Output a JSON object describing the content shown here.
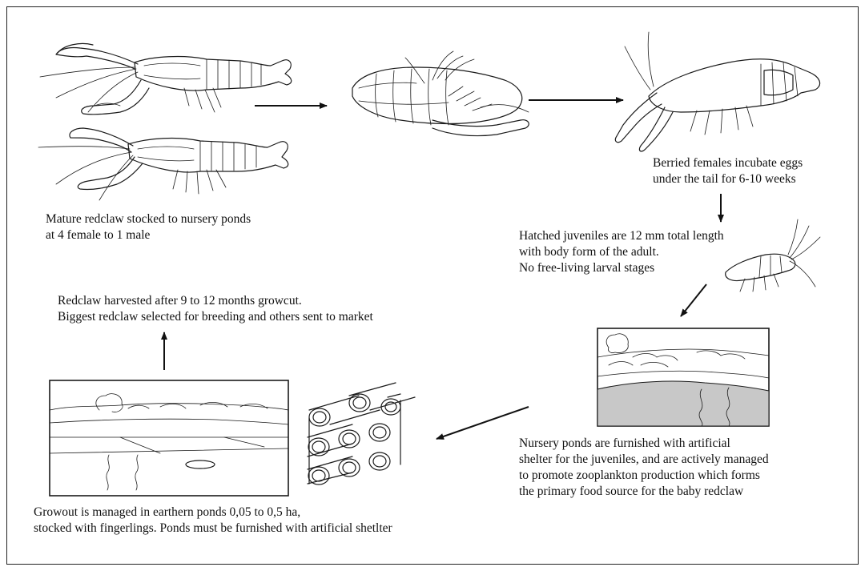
{
  "captions": {
    "mature": [
      "Mature redclaw stocked to nursery ponds",
      "at 4 female to 1 male"
    ],
    "berried": [
      "Berried females incubate eggs",
      "under the tail for 6-10 weeks"
    ],
    "hatched": [
      "Hatched juveniles are 12 mm total length",
      "with body form of the adult.",
      "No free-living larval stages"
    ],
    "harvest": [
      "Redclaw harvested after 9 to 12 months growcut.",
      "Biggest redclaw selected for breeding and others sent to market"
    ],
    "nursery": [
      "Nursery ponds are furnished with artificial",
      "shelter for the juveniles, and are actively managed",
      "to promote zooplankton production which forms",
      "the primary food source for the baby redclaw"
    ],
    "growout": [
      "Growout is managed in earthern ponds 0,05 to 0,5 ha,",
      "stocked with fingerlings. Ponds must be furnished with artificial shetlter"
    ]
  },
  "colors": {
    "ink": "#1a1a1a",
    "water": "#c8c8c8",
    "background": "#ffffff"
  },
  "icons": [
    "crayfish-female-icon",
    "crayfish-male-icon",
    "mating-pair-icon",
    "berried-female-icon",
    "juvenile-crayfish-icon",
    "nursery-pond-icon",
    "shelter-pipes-icon",
    "growout-pond-icon"
  ]
}
